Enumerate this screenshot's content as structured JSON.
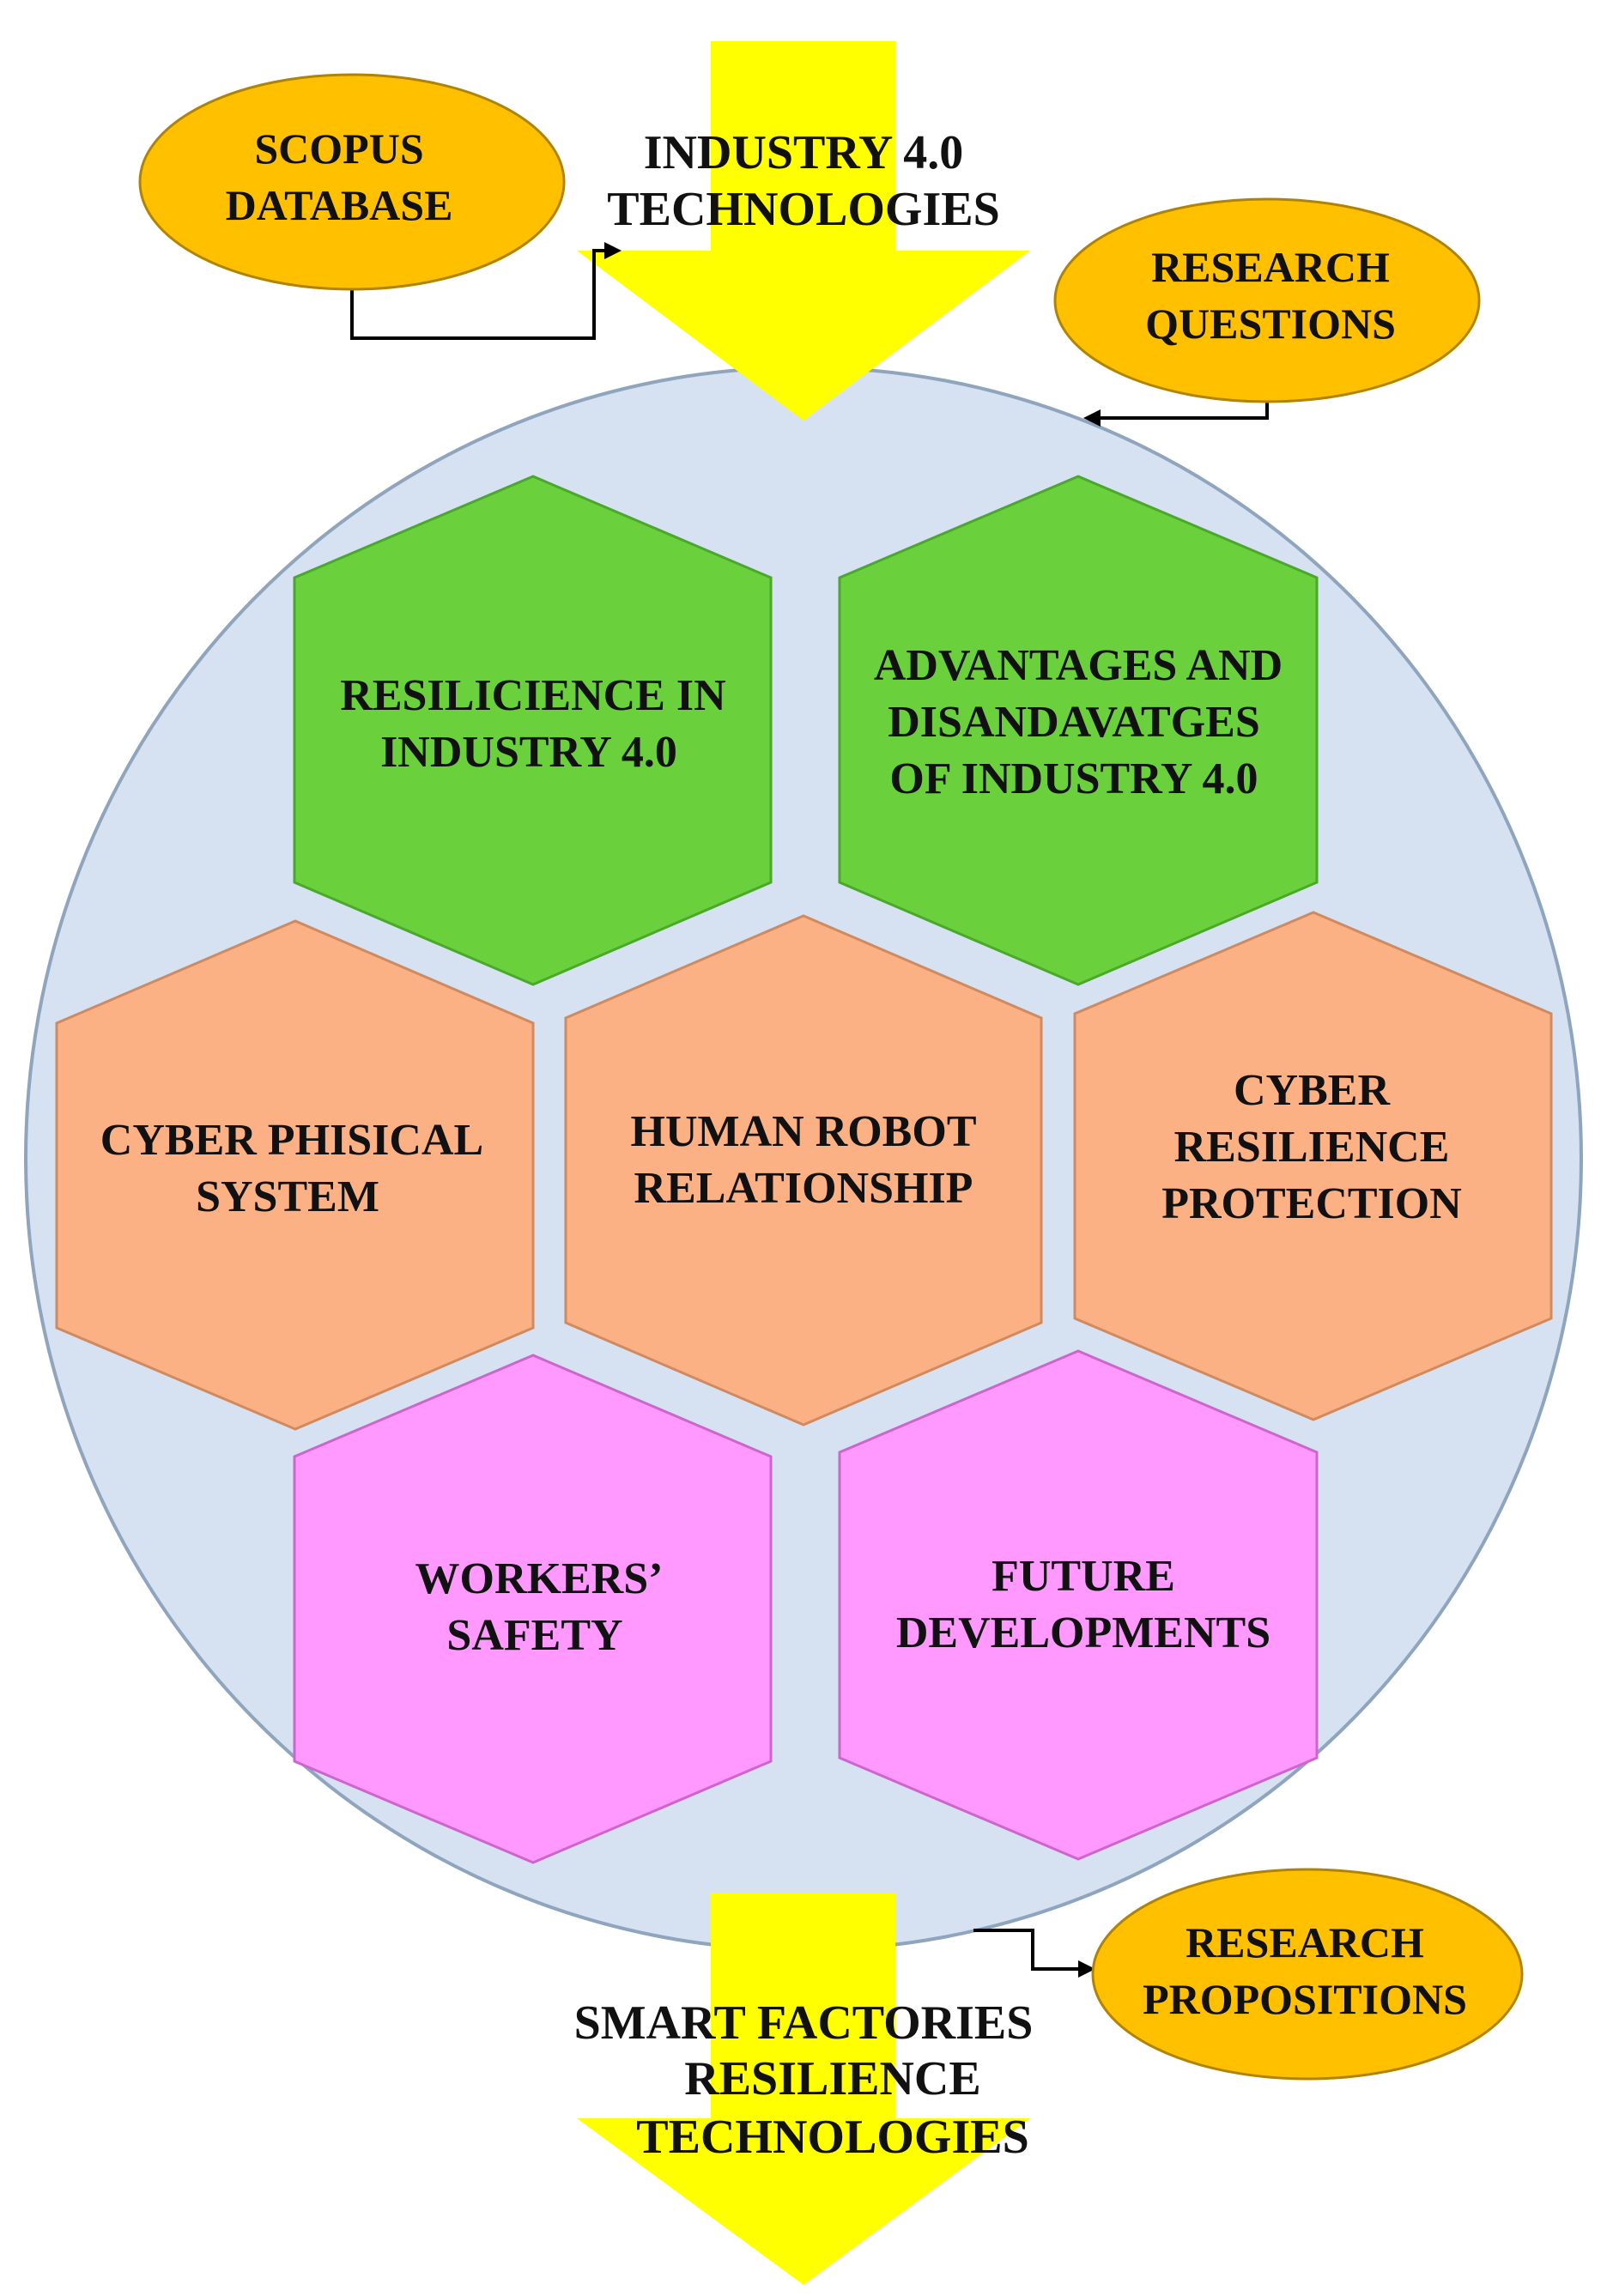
{
  "colors": {
    "background": "#ffffff",
    "circle": "#d6e1f1",
    "circle_stroke": "#8fa4bd",
    "arrow": "#ffff00",
    "ellipse": "#ffc000",
    "ellipse_stroke": "#b08400",
    "hex_green": "#6ad13d",
    "hex_green_stroke": "#4aa82a",
    "hex_orange": "#fbb183",
    "hex_orange_stroke": "#d08a60",
    "hex_pink": "#ff99ff",
    "hex_pink_stroke": "#cc66cc"
  },
  "top_arrow": {
    "lines": [
      "INDUSTRY 4.0",
      "TECHNOLOGIES"
    ]
  },
  "bottom_arrow": {
    "lines": [
      "SMART FACTORIES",
      "RESILIENCE",
      "TECHNOLOGIES"
    ]
  },
  "ellipses": [
    {
      "id": "scopus-database",
      "lines": [
        "SCOPUS",
        "DATABASE"
      ]
    },
    {
      "id": "research-questions",
      "lines": [
        "RESEARCH",
        "QUESTIONS"
      ]
    },
    {
      "id": "research-propositions",
      "lines": [
        "RESEARCH",
        "PROPOSITIONS"
      ]
    }
  ],
  "hexagons": [
    {
      "id": "resilience-industry",
      "color": "green",
      "lines": [
        "RESILICIENCE IN",
        "INDUSTRY 4.0"
      ]
    },
    {
      "id": "advantages-disadvantages",
      "color": "green",
      "lines": [
        "ADVANTAGES AND",
        "DISANDAVATGES",
        "OF INDUSTRY 4.0"
      ]
    },
    {
      "id": "cyber-physical-system",
      "color": "orange",
      "lines": [
        "CYBER PHISICAL",
        "SYSTEM"
      ]
    },
    {
      "id": "human-robot-relationship",
      "color": "orange",
      "lines": [
        "HUMAN ROBOT",
        "RELATIONSHIP"
      ]
    },
    {
      "id": "cyber-resilience-protection",
      "color": "orange",
      "lines": [
        "CYBER",
        "RESILIENCE",
        "PROTECTION"
      ]
    },
    {
      "id": "workers-safety",
      "color": "pink",
      "lines": [
        "WORKERS’",
        "SAFETY"
      ]
    },
    {
      "id": "future-developments",
      "color": "pink",
      "lines": [
        "FUTURE",
        "DEVELOPMENTS"
      ]
    }
  ]
}
